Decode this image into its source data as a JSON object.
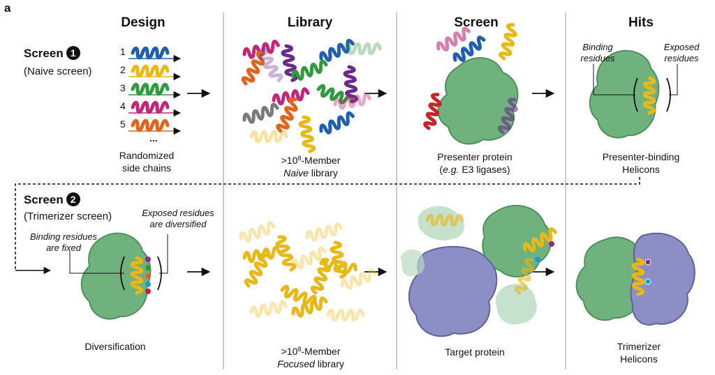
{
  "panel_letter": "a",
  "columns": {
    "design": "Design",
    "library": "Library",
    "screen": "Screen",
    "hits": "Hits"
  },
  "screen1": {
    "title": "Screen",
    "badge": "1",
    "subtitle": "(Naive screen)",
    "design_numbers": [
      "1",
      "2",
      "3",
      "4",
      "5"
    ],
    "ellipsis": "...",
    "design_caption_line1": "Randomized",
    "design_caption_line2": "side chains",
    "library_caption_prefix": ">10",
    "library_caption_exp": "8",
    "library_caption_suffix": "-Member",
    "library_caption_line2": "Naive",
    "library_caption_line2_rest": " library",
    "screen_caption_line1": "Presenter protein",
    "screen_caption_line2_italic": "e.g.",
    "screen_caption_line2_rest": " E3 ligases)",
    "screen_caption_line2_open": "(",
    "hits_label_binding_line1": "Binding",
    "hits_label_binding_line2": "residues",
    "hits_label_exposed_line1": "Exposed",
    "hits_label_exposed_line2": "residues",
    "hits_caption_line1": "Presenter-binding",
    "hits_caption_line2": "Helicons"
  },
  "screen2": {
    "title": "Screen",
    "badge": "2",
    "subtitle": "(Trimerizer screen)",
    "exposed_note_line1": "Exposed residues",
    "exposed_note_line2": "are diversified",
    "binding_note_line1": "Binding residues",
    "binding_note_line2": "are fixed",
    "design_caption": "Diversification",
    "library_caption_prefix": ">10",
    "library_caption_exp": "8",
    "library_caption_suffix": "-Member",
    "library_caption_line2": "Focused",
    "library_caption_line2_rest": " library",
    "screen_caption": "Target protein",
    "hits_caption_line1": "Trimerizer",
    "hits_caption_line2": "Helicons"
  },
  "colors": {
    "helix_blue": "#1f5fae",
    "helix_yellow": "#e8b816",
    "helix_green": "#2f9a3e",
    "helix_magenta": "#c0267a",
    "helix_orange": "#e0641e",
    "helix_purple": "#6a2a8c",
    "helix_red": "#c8222a",
    "helix_gray": "#7a7a7a",
    "presenter_green": "#6fb27e",
    "target_purple": "#8b8fc6",
    "loop_orange": "#e87a2a"
  },
  "icons": [
    "arrow-right-icon",
    "helix-icon",
    "protein-blob-icon",
    "bracket-icon"
  ]
}
